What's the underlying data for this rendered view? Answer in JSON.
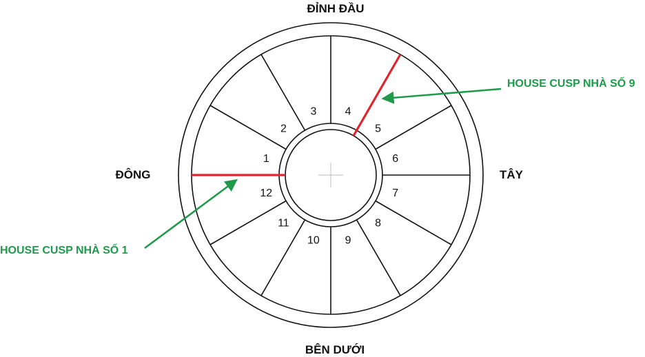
{
  "directions": {
    "top": "ĐỈNH ĐẦU",
    "bottom": "BÊN DƯỚI",
    "left": "ĐÔNG",
    "right": "TÂY"
  },
  "houses": [
    "1",
    "2",
    "3",
    "4",
    "5",
    "6",
    "7",
    "8",
    "9",
    "10",
    "11",
    "12"
  ],
  "callouts": {
    "house1": "HOUSE CUSP NHÀ SỐ 1",
    "house9": "HOUSE CUSP NHÀ SỐ 9"
  },
  "colors": {
    "line": "#111111",
    "cusp": "#e0242b",
    "callout": "#1e9a4a",
    "center_cross": "#c8c8c8"
  }
}
